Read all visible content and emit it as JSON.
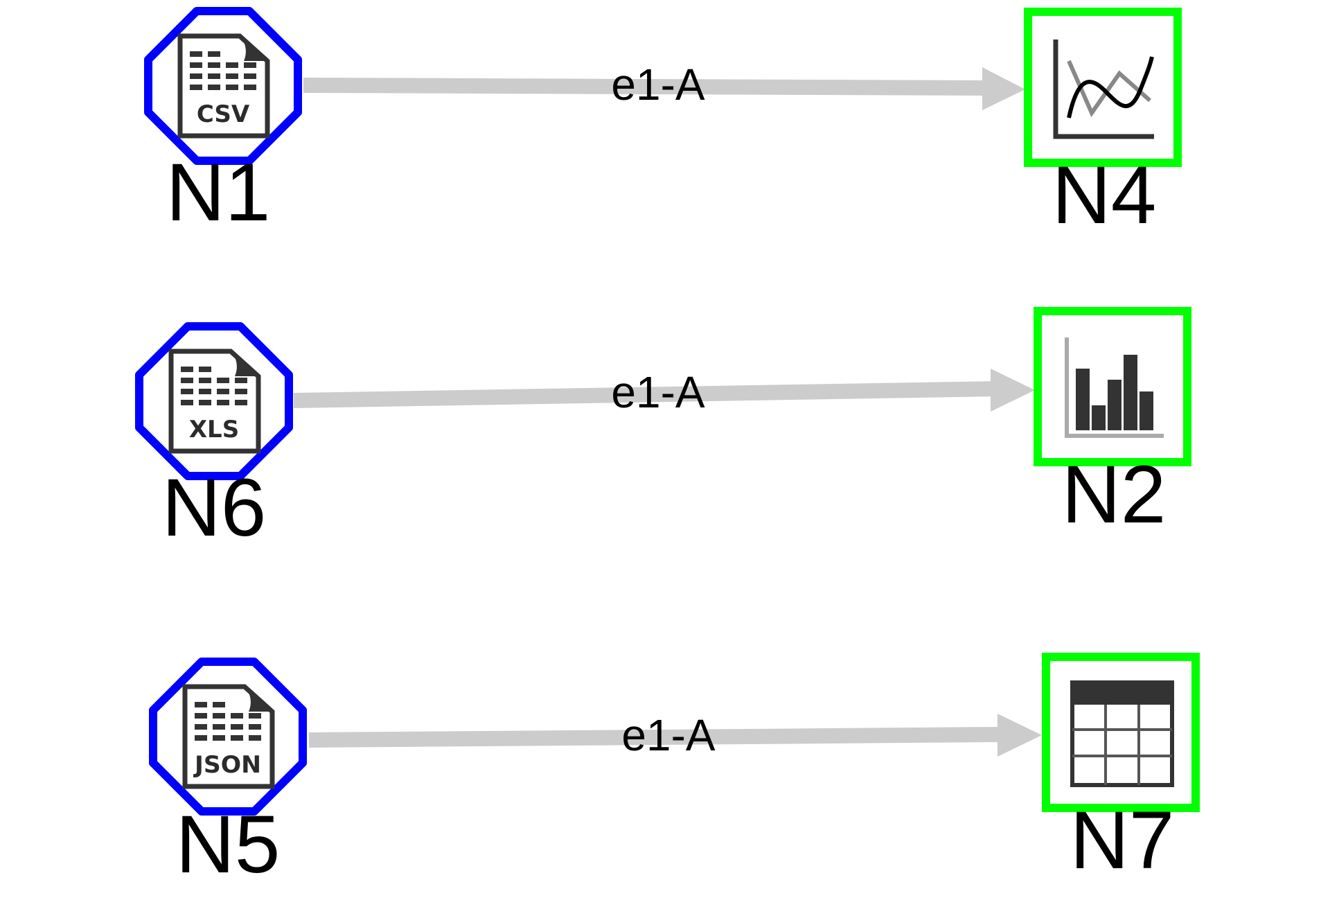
{
  "colors": {
    "source_border": "#0000ff",
    "target_border": "#00ff00",
    "edge": "#cccccc",
    "icon_dark": "#333333",
    "icon_grey": "#888888"
  },
  "nodes": {
    "n1": {
      "label": "N1",
      "icon": "csv-file-icon",
      "tag": "CSV"
    },
    "n6": {
      "label": "N6",
      "icon": "xls-file-icon",
      "tag": "XLS"
    },
    "n5": {
      "label": "N5",
      "icon": "json-file-icon",
      "tag": "JSON"
    },
    "n4": {
      "label": "N4",
      "icon": "line-chart-icon"
    },
    "n2": {
      "label": "N2",
      "icon": "bar-chart-icon"
    },
    "n7": {
      "label": "N7",
      "icon": "table-icon"
    }
  },
  "edges": [
    {
      "from": "N1",
      "to": "N4",
      "label": "e1-A"
    },
    {
      "from": "N6",
      "to": "N2",
      "label": "e1-A"
    },
    {
      "from": "N5",
      "to": "N7",
      "label": "e1-A"
    }
  ]
}
